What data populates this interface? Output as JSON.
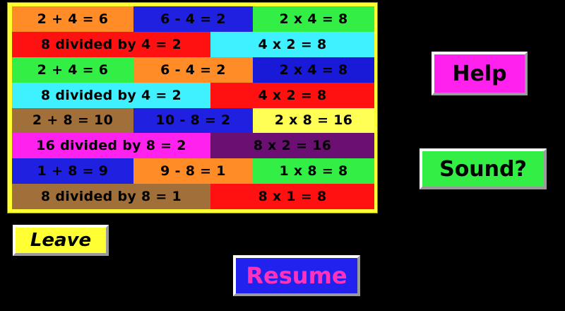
{
  "background_color": "#000000",
  "grid": {
    "border_color": "#ffff33",
    "rows": [
      {
        "layout": "row-3",
        "cells": [
          {
            "text": "2 + 4 = 6",
            "color": "#ff8c26"
          },
          {
            "text": "6 - 4 = 2",
            "color": "#2020e0"
          },
          {
            "text": "2 x 4 = 8",
            "color": "#33ee44"
          }
        ]
      },
      {
        "layout": "row-2",
        "cells": [
          {
            "text": "8 divided by 4 = 2",
            "color": "#ff1111"
          },
          {
            "text": "4 x 2 = 8",
            "color": "#3ff0ff"
          }
        ]
      },
      {
        "layout": "row-3",
        "cells": [
          {
            "text": "2 + 4 = 6",
            "color": "#33ee44"
          },
          {
            "text": "6 - 4 = 2",
            "color": "#ff8c26"
          },
          {
            "text": "2 x 4 = 8",
            "color": "#1919d8"
          }
        ]
      },
      {
        "layout": "row-2",
        "cells": [
          {
            "text": "8 divided by 4 = 2",
            "color": "#3ff0ff"
          },
          {
            "text": "4 x 2 = 8",
            "color": "#ff1111"
          }
        ]
      },
      {
        "layout": "row-3",
        "cells": [
          {
            "text": "2 + 8 = 10",
            "color": "#a1703a"
          },
          {
            "text": "10 - 8 = 2",
            "color": "#2020e0"
          },
          {
            "text": "2 x 8 = 16",
            "color": "#ffff55"
          }
        ]
      },
      {
        "layout": "row-2",
        "cells": [
          {
            "text": "16 divided by 8 = 2",
            "color": "#ff22ee"
          },
          {
            "text": "8 x 2 = 16",
            "color": "#6b0f73"
          }
        ]
      },
      {
        "layout": "row-3",
        "cells": [
          {
            "text": "1 + 8 = 9",
            "color": "#2020e0"
          },
          {
            "text": "9 - 8 = 1",
            "color": "#ff8c26"
          },
          {
            "text": "1 x 8 = 8",
            "color": "#33ee44"
          }
        ]
      },
      {
        "layout": "row-2",
        "cells": [
          {
            "text": "8 divided by 8 = 1",
            "color": "#a1703a"
          },
          {
            "text": "8 x 1 = 8",
            "color": "#ff1111"
          }
        ]
      }
    ]
  },
  "buttons": {
    "help": {
      "label": "Help",
      "background": "#ff22ee",
      "text_color": "#000000"
    },
    "sound": {
      "label": "Sound?",
      "background": "#33ee44",
      "text_color": "#000000"
    },
    "leave": {
      "label": "Leave",
      "background": "#ffff33",
      "text_color": "#000000"
    },
    "resume": {
      "label": "Resume",
      "background": "#2222ee",
      "text_color": "#ff33bb"
    }
  }
}
